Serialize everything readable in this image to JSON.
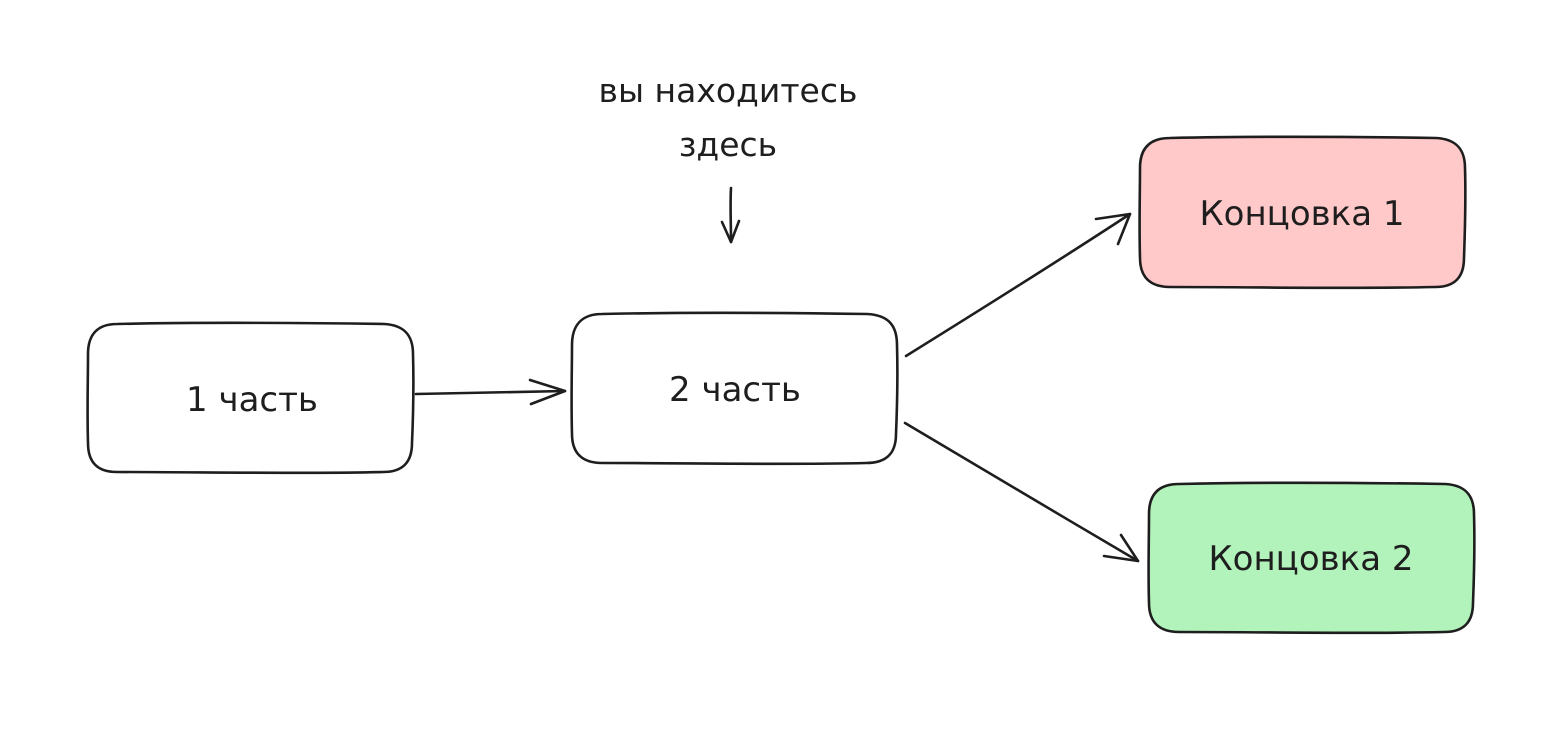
{
  "diagram": {
    "note": {
      "line1": "вы находитесь",
      "line2": "здесь"
    },
    "nodes": {
      "part1": {
        "label": "1 часть",
        "fill": "#ffffff"
      },
      "part2": {
        "label": "2 часть",
        "fill": "#ffffff"
      },
      "ending1": {
        "label": "Концовка 1",
        "fill": "#ffc9c9"
      },
      "ending2": {
        "label": "Концовка 2",
        "fill": "#b2f2bb"
      }
    },
    "edges": [
      {
        "from": "1 часть",
        "to": "2 часть"
      },
      {
        "from": "2 часть",
        "to": "Концовка 1"
      },
      {
        "from": "2 часть",
        "to": "Концовка 2"
      }
    ],
    "stroke_color": "#1e1e1e"
  }
}
